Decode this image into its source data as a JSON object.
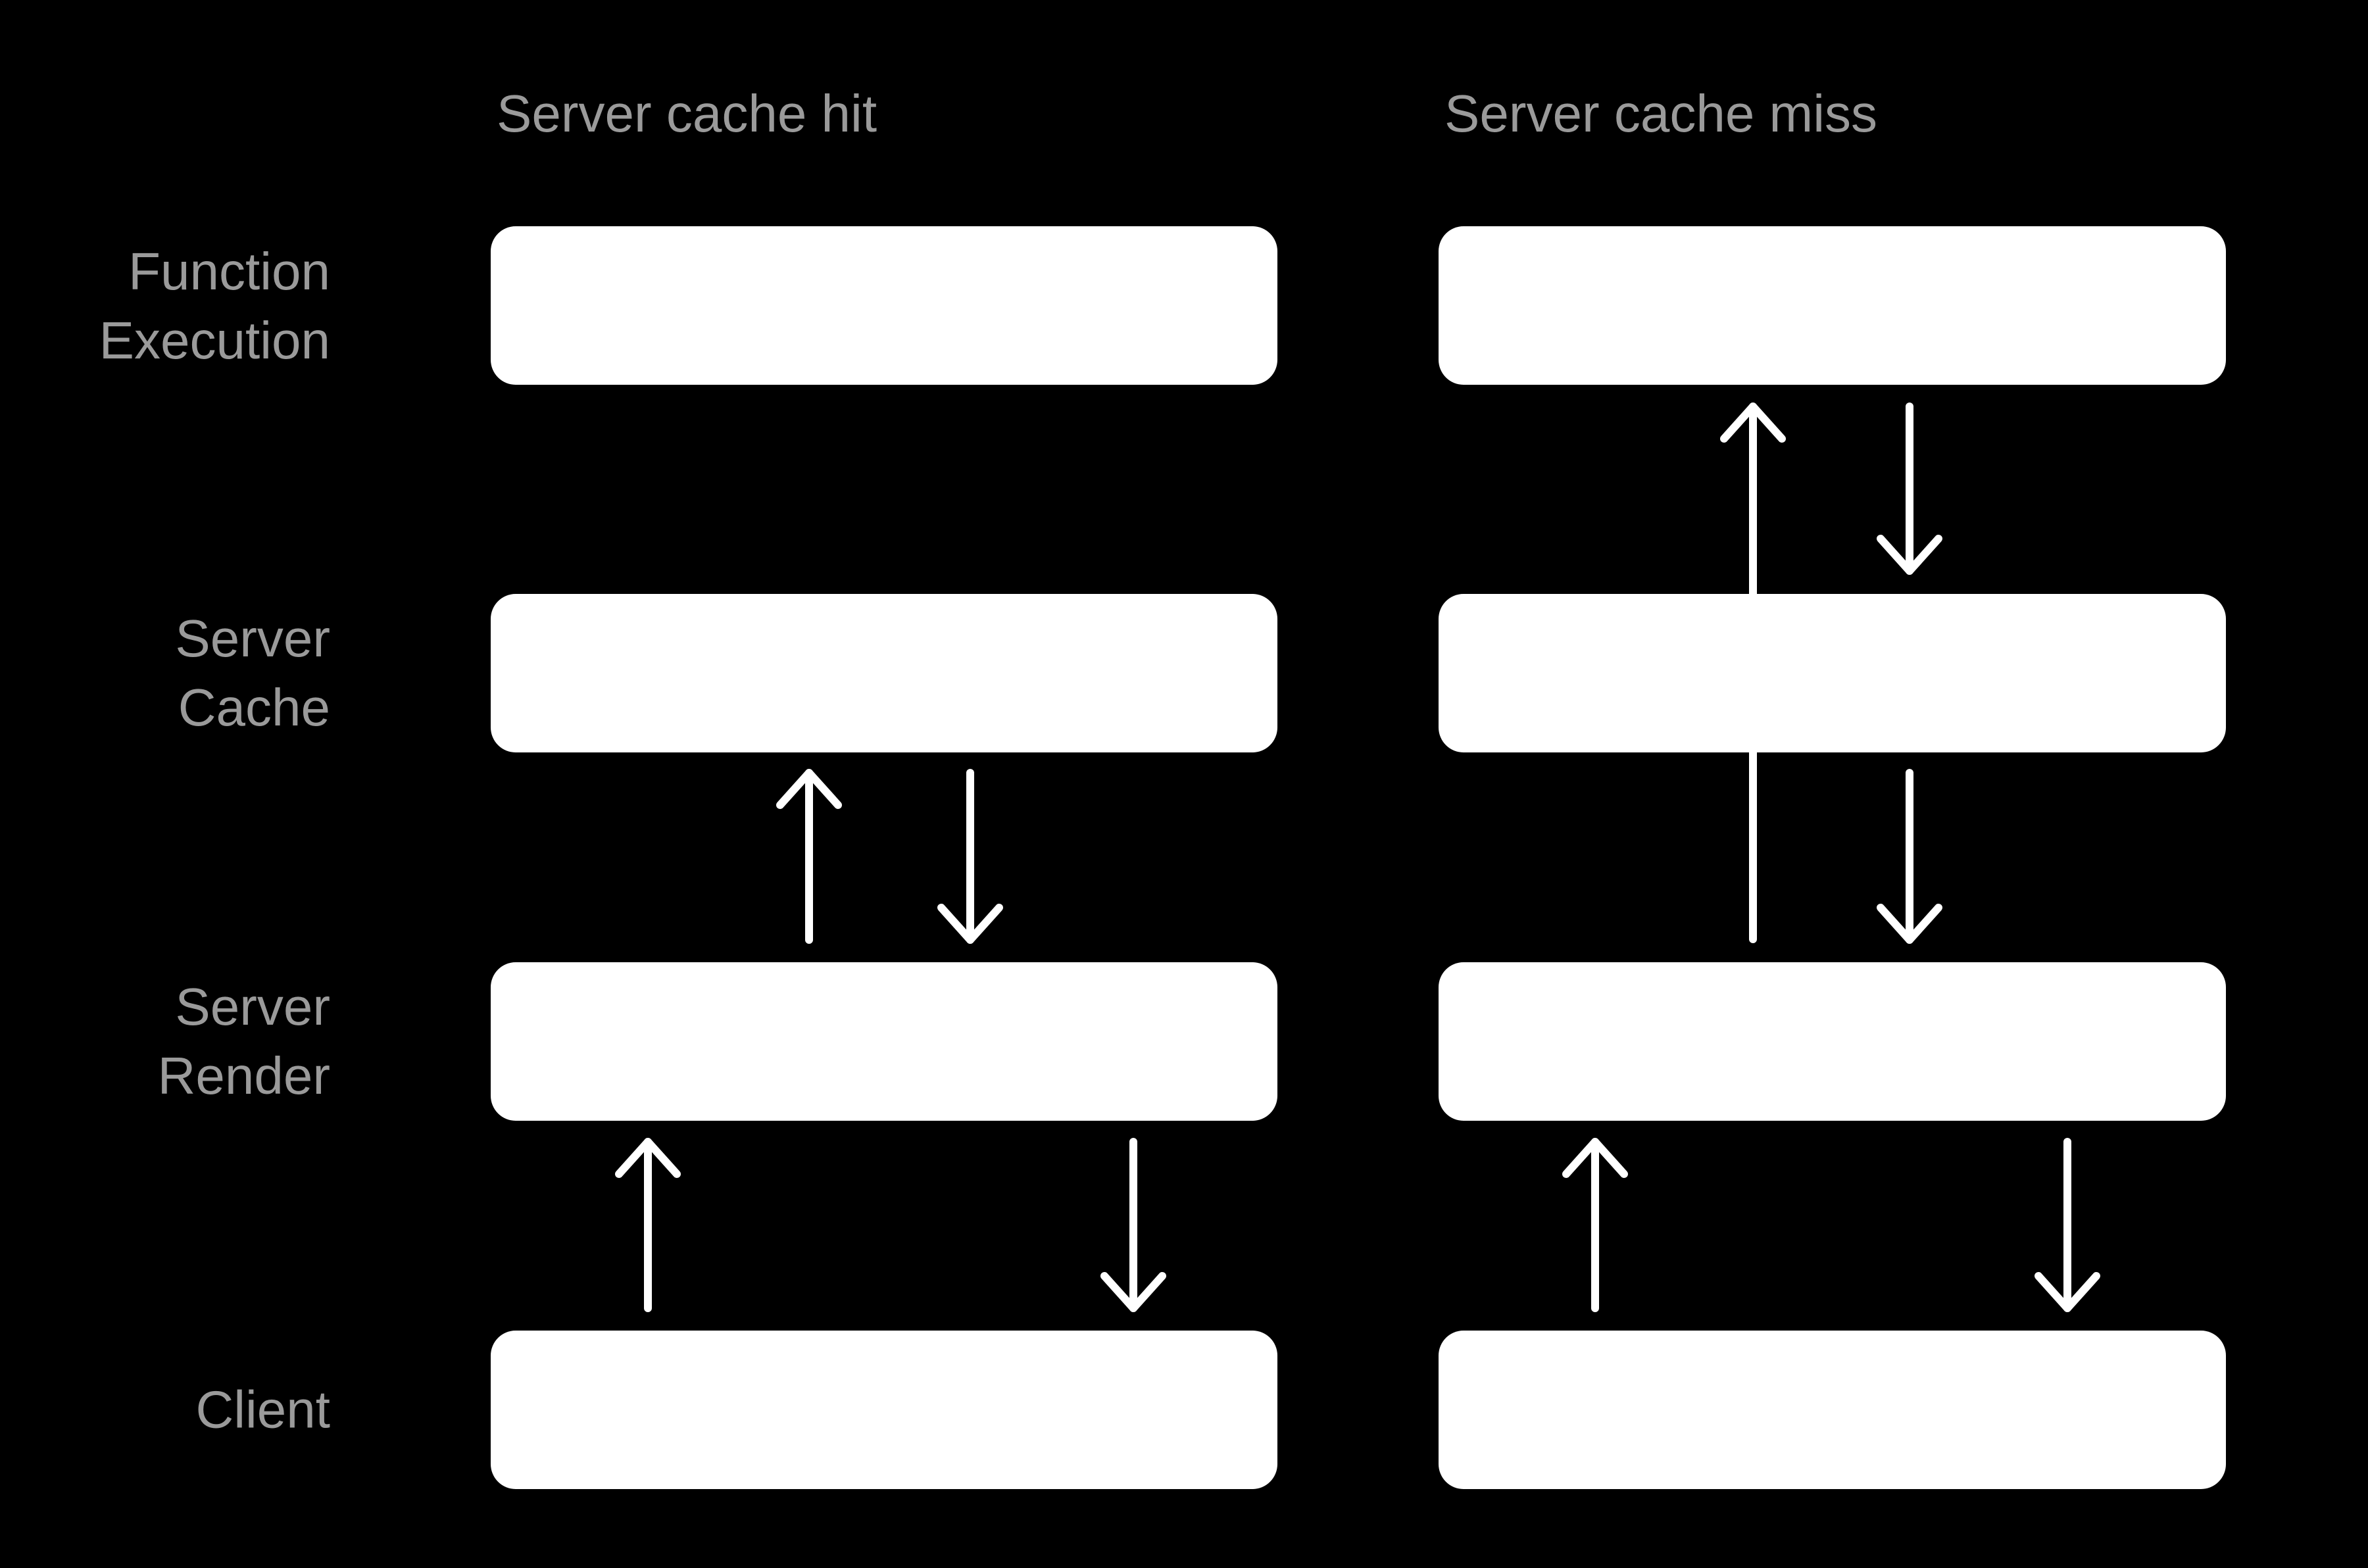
{
  "diagram": {
    "headers": {
      "hit": "Server cache hit",
      "miss": "Server cache miss"
    },
    "rows": {
      "function_execution": {
        "line1": "Function",
        "line2": "Execution"
      },
      "server_cache": {
        "line1": "Server",
        "line2": "Cache"
      },
      "server_render": {
        "line1": "Server",
        "line2": "Render"
      },
      "client": {
        "line1": "Client"
      }
    },
    "arrows": [
      {
        "column": "hit",
        "from": "server_render",
        "to": "server_cache",
        "direction": "up"
      },
      {
        "column": "hit",
        "from": "server_cache",
        "to": "server_render",
        "direction": "down"
      },
      {
        "column": "hit",
        "from": "client",
        "to": "server_render",
        "direction": "up"
      },
      {
        "column": "hit",
        "from": "server_render",
        "to": "client",
        "direction": "down"
      },
      {
        "column": "miss",
        "from": "server_render",
        "to": "function_execution",
        "direction": "up"
      },
      {
        "column": "miss",
        "from": "function_execution",
        "to": "server_cache",
        "direction": "down"
      },
      {
        "column": "miss",
        "from": "server_cache",
        "to": "server_render",
        "direction": "down"
      },
      {
        "column": "miss",
        "from": "client",
        "to": "server_render",
        "direction": "up"
      },
      {
        "column": "miss",
        "from": "server_render",
        "to": "client",
        "direction": "down"
      }
    ],
    "colors": {
      "background": "#000000",
      "box_fill": "#ffffff",
      "arrow": "#ffffff",
      "label_text": "#9a9a9a"
    }
  }
}
